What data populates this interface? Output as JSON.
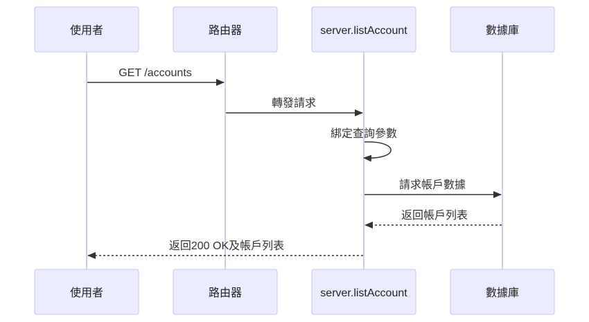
{
  "diagram": {
    "actors": [
      {
        "label": "使用者"
      },
      {
        "label": "路由器"
      },
      {
        "label": "server.listAccount"
      },
      {
        "label": "數據庫"
      }
    ],
    "messages": [
      {
        "label": "GET /accounts",
        "from": 0,
        "to": 1,
        "style": "solid"
      },
      {
        "label": "轉發請求",
        "from": 1,
        "to": 2,
        "style": "solid"
      },
      {
        "label": "綁定查詢參數",
        "from": 2,
        "to": 2,
        "style": "solid"
      },
      {
        "label": "請求帳戶數據",
        "from": 2,
        "to": 3,
        "style": "solid"
      },
      {
        "label": "返回帳戶列表",
        "from": 3,
        "to": 2,
        "style": "dashed"
      },
      {
        "label": "返回200 OK及帳戶列表",
        "from": 2,
        "to": 0,
        "style": "dashed"
      }
    ]
  }
}
